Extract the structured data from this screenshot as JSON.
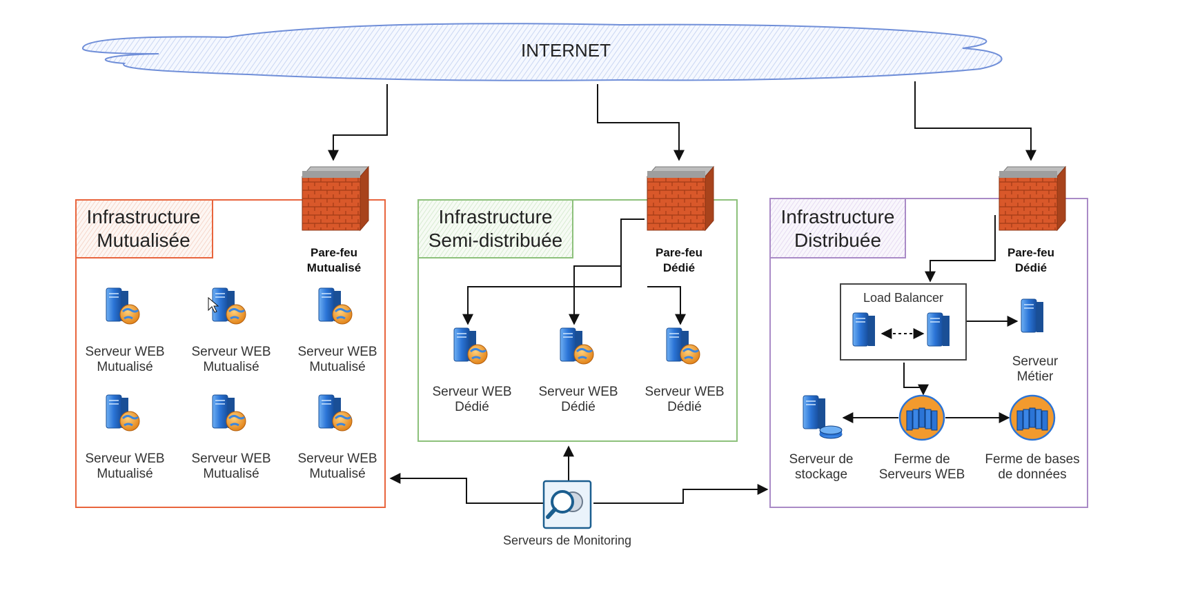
{
  "internet": {
    "label": "INTERNET"
  },
  "infra_mutualisee": {
    "title_line1": "Infrastructure",
    "title_line2": "Mutualisée",
    "firewall_line1": "Pare-feu",
    "firewall_line2": "Mutualisé",
    "server_line1": "Serveur WEB",
    "server_line2": "Mutualisé"
  },
  "infra_semi": {
    "title_line1": "Infrastructure",
    "title_line2": "Semi-distribuée",
    "firewall_line1": "Pare-feu",
    "firewall_line2": "Dédié",
    "server_line1": "Serveur WEB",
    "server_line2": "Dédié"
  },
  "infra_distribuee": {
    "title_line1": "Infrastructure",
    "title_line2": "Distribuée",
    "firewall_line1": "Pare-feu",
    "firewall_line2": "Dédié",
    "load_balancer": "Load Balancer",
    "metier_line1": "Serveur",
    "metier_line2": "Métier",
    "stockage_line1": "Serveur de",
    "stockage_line2": "stockage",
    "ferme_web_line1": "Ferme de",
    "ferme_web_line2": "Serveurs WEB",
    "ferme_db_line1": "Ferme de bases",
    "ferme_db_line2": "de données"
  },
  "monitoring": {
    "label": "Serveurs de Monitoring"
  },
  "colors": {
    "mutualisee": "#e8643c",
    "semi": "#8cc07a",
    "distribuee": "#a98ac6",
    "cloud": "#6f8ed8",
    "firewall_brick": "#d9582a",
    "server_blue": "#2b74d6",
    "globe_orange": "#f29a2e"
  }
}
